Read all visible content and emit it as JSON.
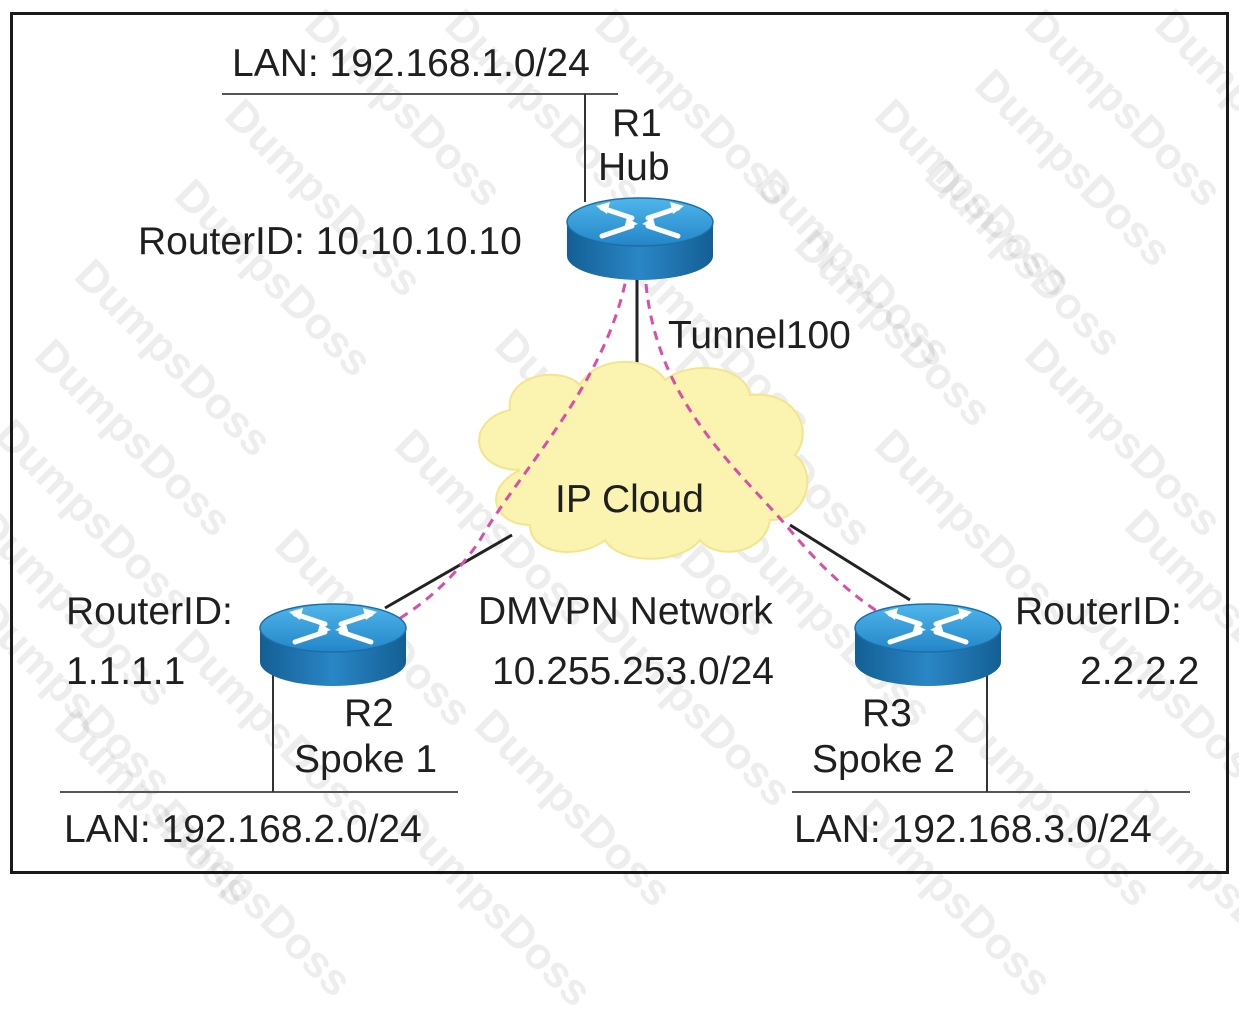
{
  "watermark": "DumpsDoss",
  "colors": {
    "router_top": "#2f9ad6",
    "router_side": "#1a6fa8",
    "cloud_fill": "#fbf3b0",
    "tunnel_dash": "#d94fa6",
    "line": "#222222"
  },
  "hub": {
    "lan": "LAN: 192.168.1.0/24",
    "name": "R1",
    "role": "Hub",
    "router_id": "RouterID: 10.10.10.10",
    "tunnel": "Tunnel100",
    "icon": "router-icon"
  },
  "cloud": {
    "label": "IP Cloud",
    "icon": "cloud-icon"
  },
  "network": {
    "name": "DMVPN Network",
    "subnet": "10.255.253.0/24"
  },
  "spoke1": {
    "router_id_label": "RouterID:",
    "router_id": "1.1.1.1",
    "name": "R2",
    "role": "Spoke 1",
    "lan": "LAN: 192.168.2.0/24",
    "icon": "router-icon"
  },
  "spoke2": {
    "router_id_label": "RouterID:",
    "router_id": "2.2.2.2",
    "name": "R3",
    "role": "Spoke 2",
    "lan": "LAN: 192.168.3.0/24",
    "icon": "router-icon"
  }
}
